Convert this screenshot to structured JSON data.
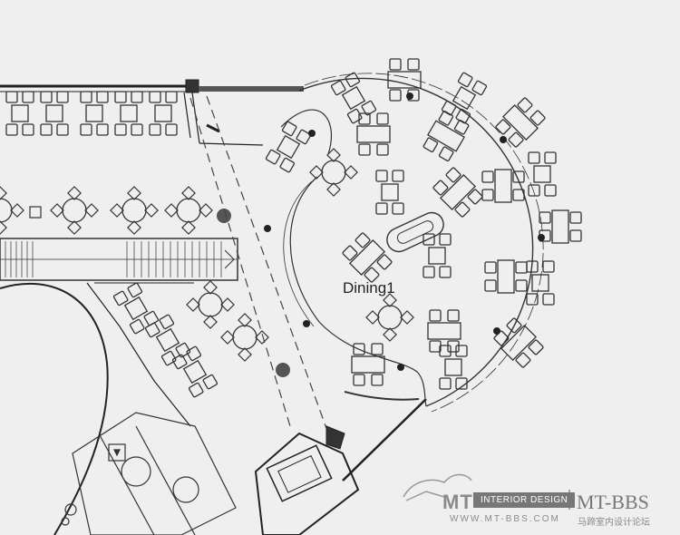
{
  "plan": {
    "room_label": "Dining1",
    "colors": {
      "background": "#efefef",
      "line": "#333333",
      "wall": "#222222"
    }
  },
  "watermark": {
    "left_text": "MT",
    "badge": "INTERIOR DESIGN",
    "right_text": "MT-BBS",
    "url": "WWW.MT-BBS.COM",
    "chinese": "马蹄室内设计论坛"
  }
}
